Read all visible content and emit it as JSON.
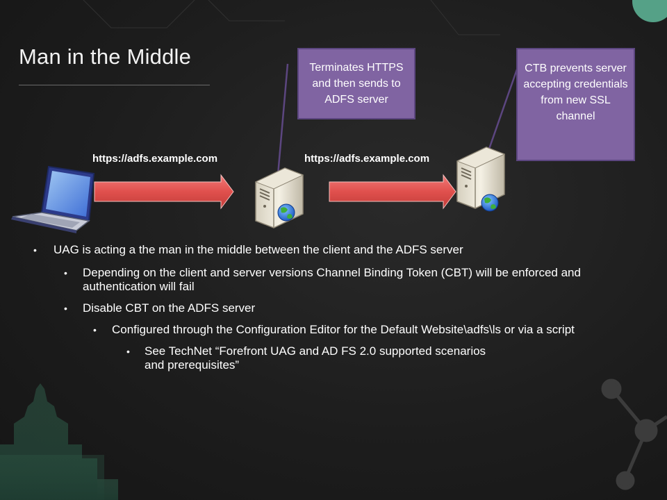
{
  "slide": {
    "title": "Man in the Middle",
    "callouts": [
      {
        "text": "Terminates HTTPS and then sends to ADFS server"
      },
      {
        "text": "CTB prevents server accepting credentials from new SSL channel"
      }
    ],
    "urls": [
      "https://adfs.example.com",
      "https://adfs.example.com"
    ],
    "bullets": [
      {
        "level": 1,
        "text": "UAG is acting a the man in the middle between the client and the ADFS server"
      },
      {
        "level": 2,
        "text": "Depending on the client and server versions Channel Binding Token (CBT) will be enforced and authentication will fail"
      },
      {
        "level": 2,
        "text": "Disable CBT on the ADFS server"
      },
      {
        "level": 3,
        "text": "Configured through the Configuration Editor for the Default Website\\adfs\\ls  or via a script"
      },
      {
        "level": 4,
        "text": "See TechNet “Forefront UAG and AD FS 2.0 supported scenarios and prerequisites”"
      }
    ]
  },
  "colors": {
    "callout_fill": "#8064a2",
    "arrow_fill": "#e8504f",
    "background": "#1c1c1c",
    "connector_line": "#5c4680"
  },
  "icons": [
    "laptop-icon",
    "server-icon",
    "globe-icon",
    "right-arrow-icon"
  ]
}
